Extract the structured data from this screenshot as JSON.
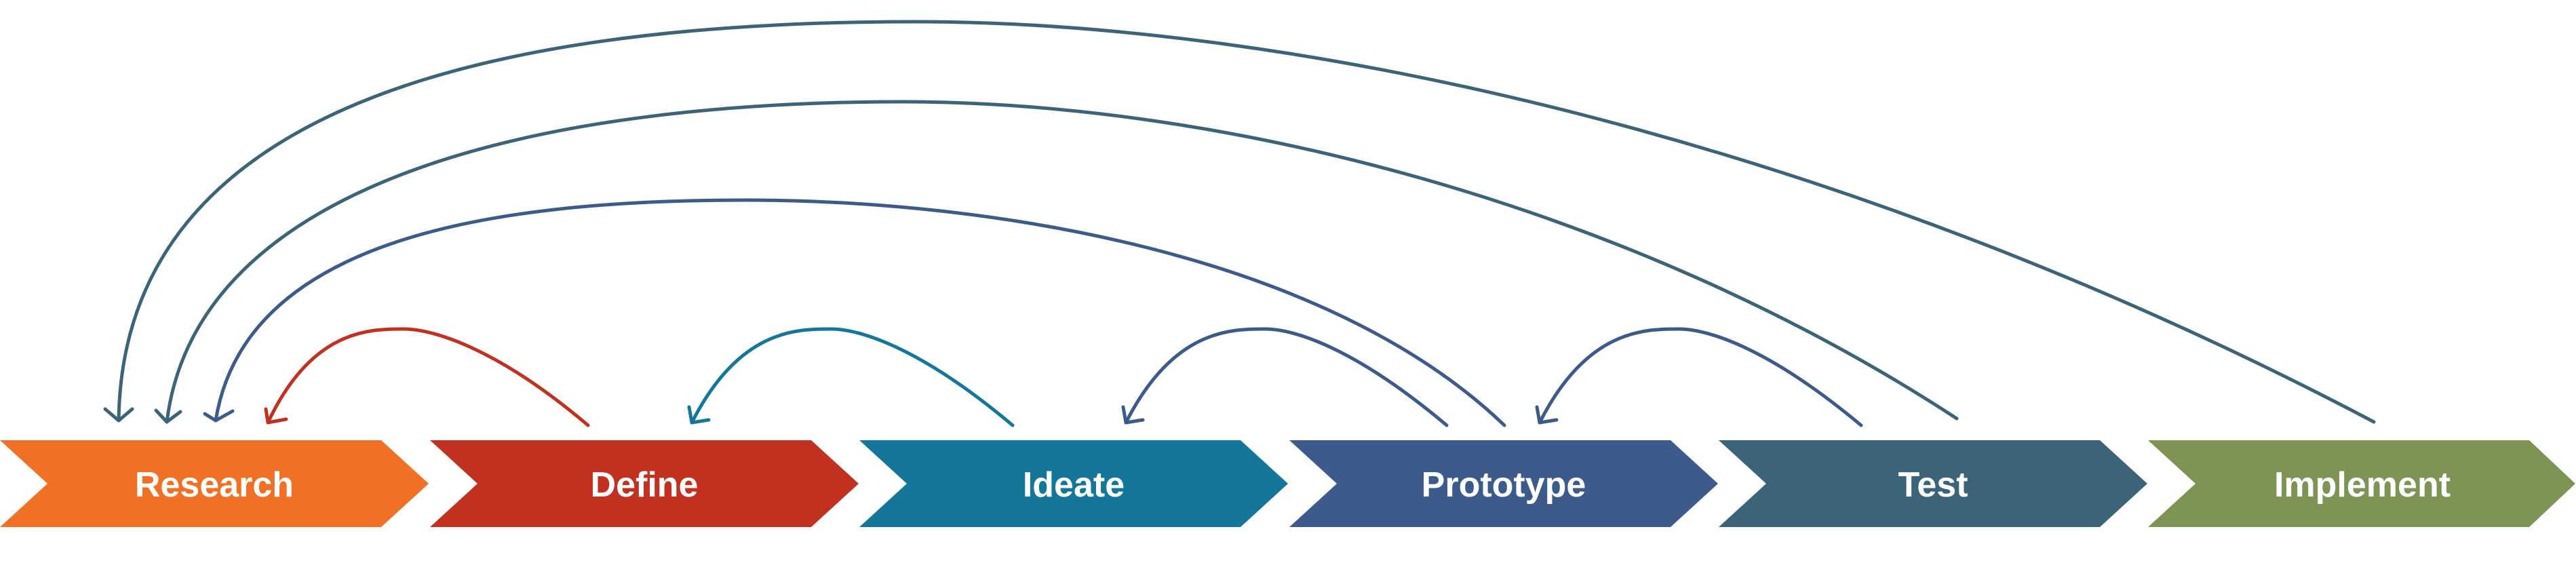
{
  "stages": [
    {
      "id": "research",
      "label": "Research",
      "color": "#f07026"
    },
    {
      "id": "define",
      "label": "Define",
      "color": "#c23020"
    },
    {
      "id": "ideate",
      "label": "Ideate",
      "color": "#14779a"
    },
    {
      "id": "prototype",
      "label": "Prototype",
      "color": "#3c5a8a"
    },
    {
      "id": "test",
      "label": "Test",
      "color": "#3c6478"
    },
    {
      "id": "implement",
      "label": "Implement",
      "color": "#7e9455"
    }
  ],
  "feedback_loops": [
    {
      "from": "define",
      "to": "research",
      "color": "#c23020"
    },
    {
      "from": "ideate",
      "to": "define",
      "color": "#14779a"
    },
    {
      "from": "prototype",
      "to": "ideate",
      "color": "#3c5a8a"
    },
    {
      "from": "test",
      "to": "prototype",
      "color": "#3c5a8a"
    },
    {
      "from": "prototype",
      "to": "research",
      "color": "#3c5a8a"
    },
    {
      "from": "test",
      "to": "research",
      "color": "#3c6478"
    },
    {
      "from": "implement",
      "to": "research",
      "color": "#3c6478"
    }
  ]
}
